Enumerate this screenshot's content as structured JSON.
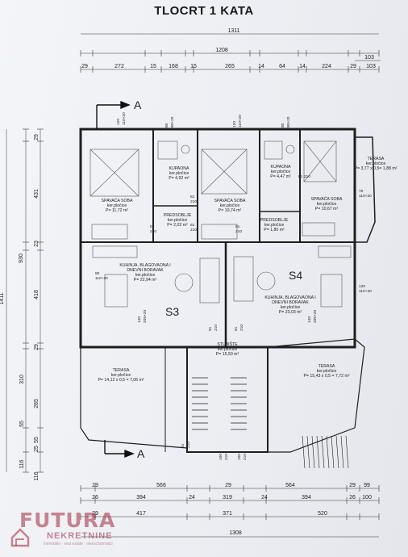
{
  "title": "TLOCRT 1 KATA",
  "top_dims": {
    "overall": "1311",
    "second": "1208",
    "segments": [
      "29",
      "272",
      "15",
      "168",
      "15",
      "265",
      "14",
      "64",
      "14",
      "224",
      "29",
      "103"
    ],
    "right_a": "103"
  },
  "left_dims": {
    "overall": "1411",
    "main": "930",
    "segments": [
      "29",
      "431",
      "23",
      "418",
      "29",
      "310",
      "285",
      "55",
      "55",
      "25",
      "116",
      "116"
    ]
  },
  "bottom_dims": {
    "row1": [
      "29",
      "566",
      "29",
      "564",
      "29",
      "99"
    ],
    "row2": [
      "26",
      "394",
      "24",
      "319",
      "24",
      "394",
      "26",
      "100"
    ],
    "row3": [
      "29",
      "417",
      "371",
      "520"
    ],
    "overall": "1308"
  },
  "rooms": [
    {
      "name": "SPAVAĆA SOBA",
      "floor": "ker.pločice",
      "area": "P= 11,72 m²"
    },
    {
      "name": "KUPAONA",
      "floor": "ker.pločice",
      "area": "P= 4,92 m²"
    },
    {
      "name": "PREDSOBLJE",
      "floor": "ker.pločice",
      "area": "P= 2,02 m²"
    },
    {
      "name": "SPAVAĆA SOBA",
      "floor": "ker.pločice",
      "area": "P= 10,74 m²"
    },
    {
      "name": "KUPAONA",
      "floor": "ker.pločice",
      "area": "P= 4,47 m²"
    },
    {
      "name": "PREDSOBLJE",
      "floor": "ker.pločice",
      "area": "P= 1,85 m²"
    },
    {
      "name": "SPAVAĆA SOBA",
      "floor": "ker.pločice",
      "area": "P= 10,67 m²"
    },
    {
      "name": "TERASA",
      "floor": "ker.pločice",
      "area": "P= 3,77 x 0,5= 1,88 m²"
    },
    {
      "name1": "KUHINJA, BLAGOVAONA I",
      "name2": "DNEVNI BORAVAK",
      "floor": "ker.pločice",
      "area": "P= 22,94 m²"
    },
    {
      "name1": "KUHINJA, BLAGOVAONA I",
      "name2": "DNEVNI BORAVAK",
      "floor": "ker.pločice",
      "area": "P= 23,03 m²"
    },
    {
      "name": "STUBIŠTE",
      "floor": "ker.pločice",
      "area": "P= 15,50 m²"
    },
    {
      "name": "TERASA",
      "floor": "ker.pločice",
      "area": "P= 14,12 x 0,5 = 7,06 m²"
    },
    {
      "name": "TERASA",
      "floor": "ker.pločice",
      "area": "P= 15,43 x 0,5 = 7,72 m²"
    }
  ],
  "units": [
    "S3",
    "S4"
  ],
  "section_label": "A",
  "openings": [
    "120",
    "110+20",
    "80",
    "80+20",
    "120",
    "110+20",
    "80",
    "80+20",
    "81",
    "210",
    "81",
    "210",
    "81",
    "210",
    "81",
    "210",
    "81",
    "210",
    "70",
    "110+20",
    "80",
    "110+20",
    "120",
    "110+20",
    "140",
    "205+20",
    "140",
    "205+20",
    "91",
    "210",
    "91",
    "210",
    "100",
    "210",
    "100",
    "210",
    "81",
    "210"
  ],
  "logo": {
    "main": "FUTURA",
    "sub": "NEKRETNINE",
    "tag": "immobilie · real estate · nieruchomości"
  }
}
